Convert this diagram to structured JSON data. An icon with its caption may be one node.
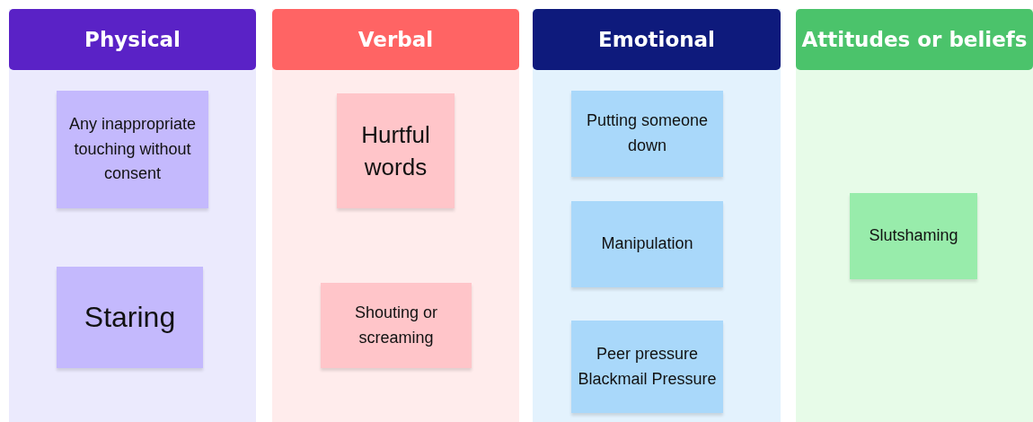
{
  "diagram": {
    "nodes": [
      {
        "text": [
          "Physical"
        ]
      },
      {
        "text": [
          "Any inappropriate touching without consent"
        ],
        "in": 0
      },
      {
        "text": [
          "Staring"
        ],
        "in": 0
      },
      {
        "text": [
          "Verbal"
        ]
      },
      {
        "text": [
          "Hurtful words"
        ],
        "in": 3
      },
      {
        "text": [
          "Shouting or screaming"
        ],
        "in": 3
      },
      {
        "text": [
          "Emotional"
        ]
      },
      {
        "text": [
          "Putting someone down"
        ],
        "in": 6
      },
      {
        "text": [
          "Manipulation"
        ],
        "in": 6
      },
      {
        "text": [
          "Peer pressure Blackmail Pressure"
        ],
        "in": 6
      },
      {
        "text": [
          "Attitudes or beliefs"
        ]
      },
      {
        "text": [
          "Slutshaming"
        ],
        "in": 10
      }
    ]
  }
}
